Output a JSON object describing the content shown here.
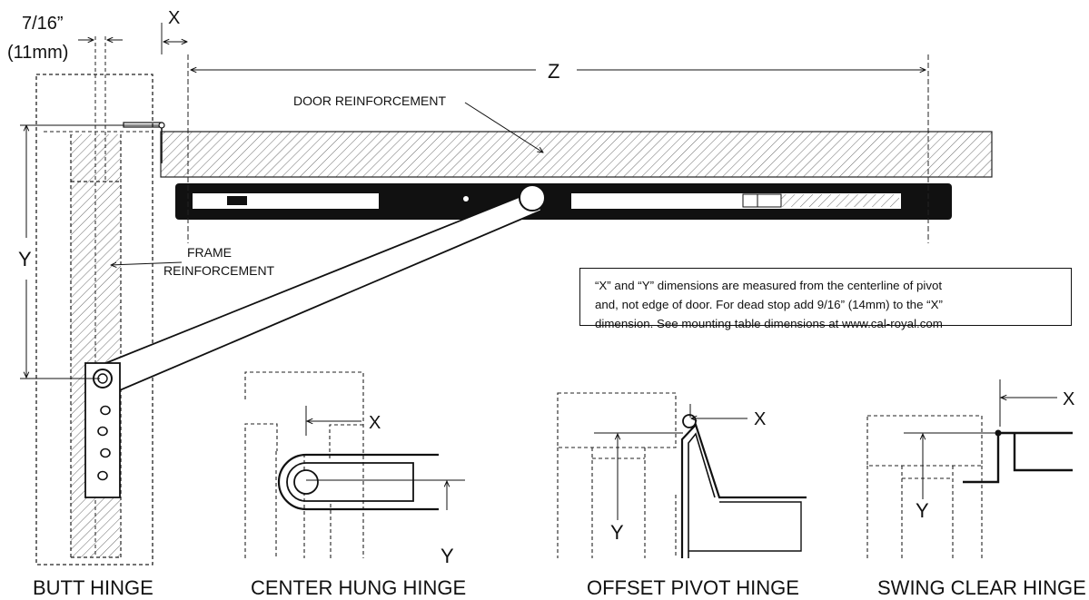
{
  "labels": {
    "butt_gap_fraction": "7/16”",
    "butt_gap_mm": "(11mm)",
    "x_top": "X",
    "z": "Z",
    "door_reinforcement": "DOOR REINFORCEMENT",
    "frame_reinforcement_1": "FRAME",
    "frame_reinforcement_2": "REINFORCEMENT",
    "y_left": "Y",
    "center_x": "X",
    "center_y": "Y",
    "offset_x": "X",
    "offset_y": "Y",
    "swing_x": "X",
    "swing_y": "Y"
  },
  "note": {
    "line1": "“X” and “Y” dimensions are measured from the centerline of pivot",
    "line2": "and, not edge of door.  For dead stop add 9/16” (14mm) to the “X”",
    "line3": "dimension.  See mounting table dimensions at www.cal-royal.com"
  },
  "captions": {
    "butt": "BUTT HINGE",
    "center": "CENTER HUNG HINGE",
    "offset": "OFFSET PIVOT HINGE",
    "swing": "SWING CLEAR HINGE"
  }
}
